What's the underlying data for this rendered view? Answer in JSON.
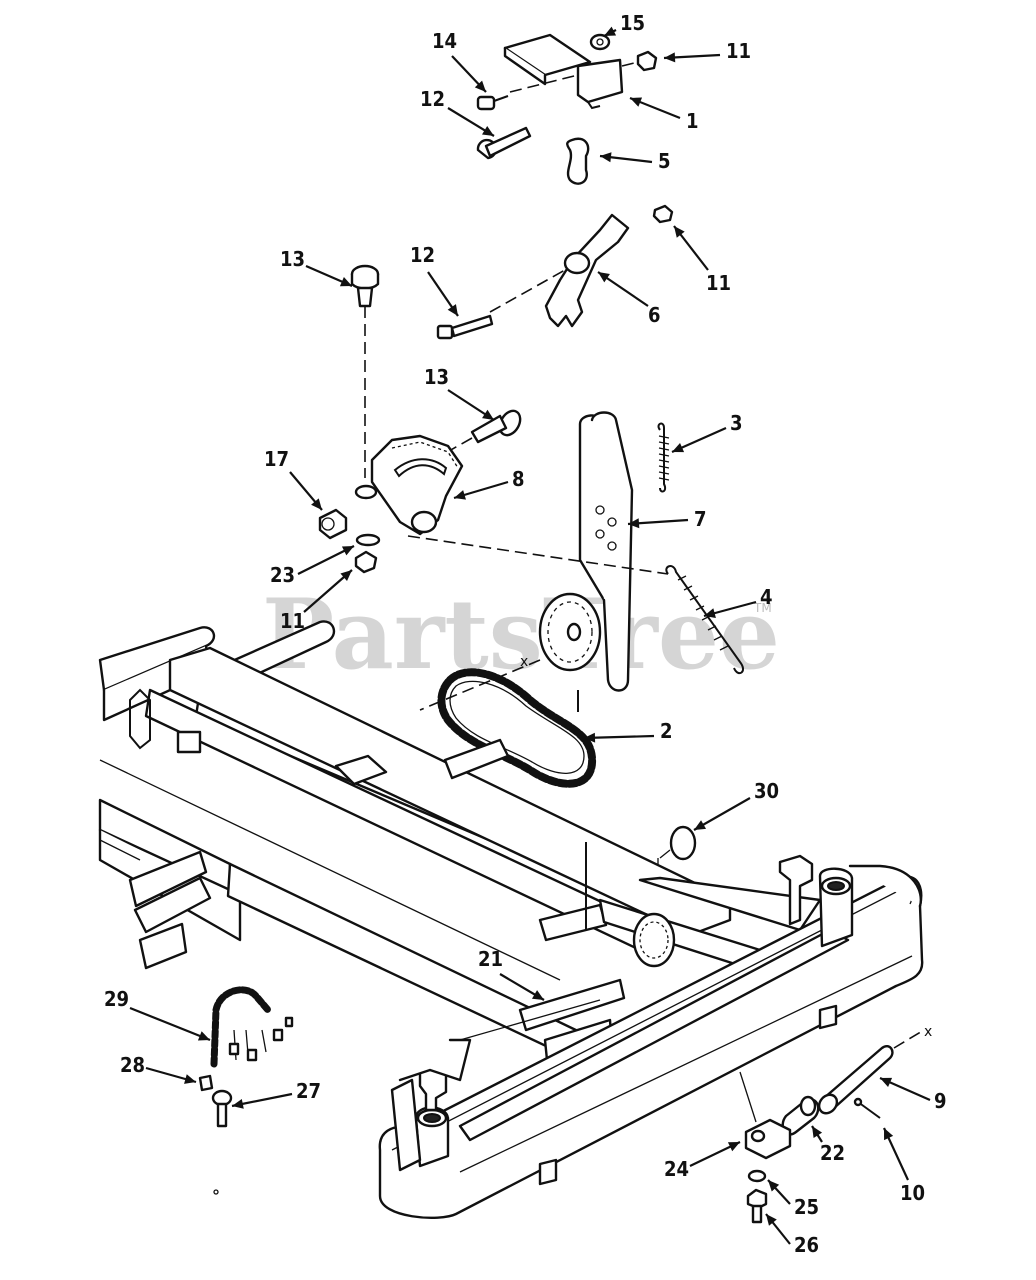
{
  "watermark": {
    "brand": "PartsTree",
    "trademark": "TM"
  },
  "callouts": [
    {
      "label": "15"
    },
    {
      "label": "14"
    },
    {
      "label": "11"
    },
    {
      "label": "12"
    },
    {
      "label": "1"
    },
    {
      "label": "5"
    },
    {
      "label": "13"
    },
    {
      "label": "12"
    },
    {
      "label": "11"
    },
    {
      "label": "6"
    },
    {
      "label": "13"
    },
    {
      "label": "3"
    },
    {
      "label": "17"
    },
    {
      "label": "8"
    },
    {
      "label": "7"
    },
    {
      "label": "23"
    },
    {
      "label": "11"
    },
    {
      "label": "4"
    },
    {
      "label": "2"
    },
    {
      "label": "30"
    },
    {
      "label": "21"
    },
    {
      "label": "29"
    },
    {
      "label": "9"
    },
    {
      "label": "28"
    },
    {
      "label": "27"
    },
    {
      "label": "22"
    },
    {
      "label": "10"
    },
    {
      "label": "24"
    },
    {
      "label": "25"
    },
    {
      "label": "26"
    }
  ],
  "marks": {
    "x1": "x",
    "x2": "x"
  }
}
